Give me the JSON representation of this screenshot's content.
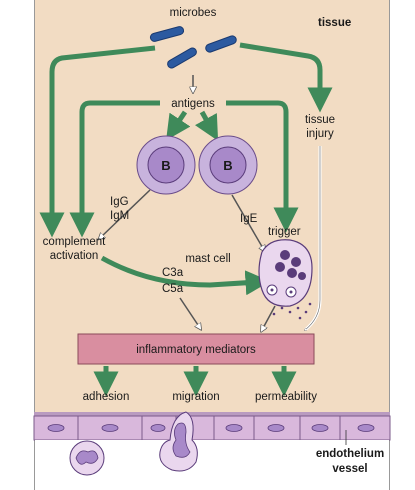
{
  "labels": {
    "microbes": "microbes",
    "tissue": "tissue",
    "antigens": "antigens",
    "tissue_injury_1": "tissue",
    "tissue_injury_2": "injury",
    "b_cell_1": "B",
    "b_cell_2": "B",
    "igg": "IgG",
    "igm": "IgM",
    "ige": "IgE",
    "trigger": "trigger",
    "complement_1": "complement",
    "complement_2": "activation",
    "mast_cell": "mast cell",
    "c3a": "C3a",
    "c5a": "C5a",
    "mediators": "inflammatory mediators",
    "adhesion": "adhesion",
    "migration": "migration",
    "permeability": "permeability",
    "endothelium": "endothelium",
    "vessel": "vessel"
  },
  "colors": {
    "tissue_bg": "#f2dcc3",
    "green_arrow": "#3f8a5a",
    "microbe_blue": "#2c5aa0",
    "b_cell": "#a889c9",
    "mediator_box": "#d98ea0",
    "endothelium": "#d9b8dc",
    "vessel_bg": "#ffffff"
  }
}
